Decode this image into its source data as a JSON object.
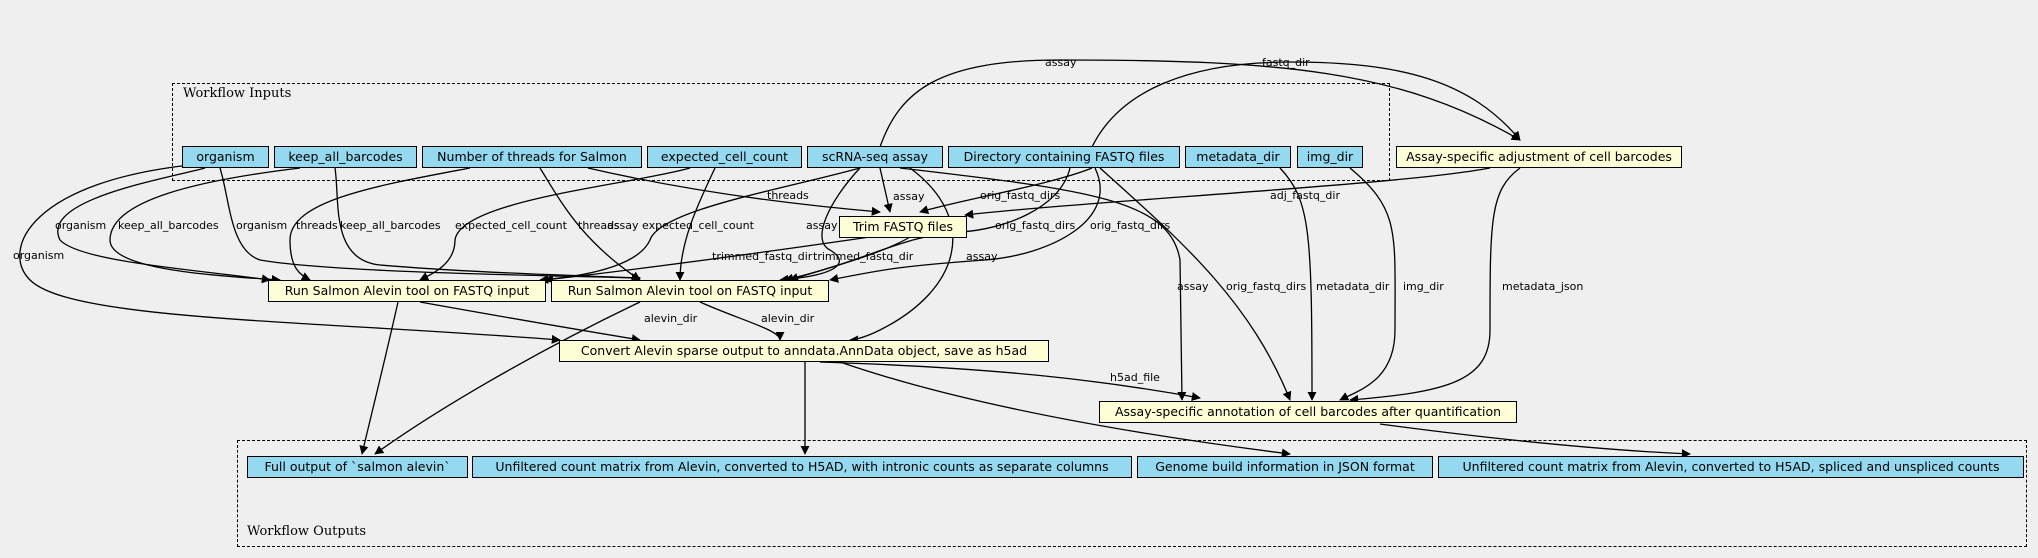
{
  "clusters": {
    "inputs_label": "Workflow Inputs",
    "outputs_label": "Workflow Outputs"
  },
  "inputs": {
    "organism": "organism",
    "keep_all_barcodes": "keep_all_barcodes",
    "threads": "Number of threads for Salmon",
    "expected_cell_count": "expected_cell_count",
    "assay": "scRNA-seq assay",
    "fastq_dir": "Directory containing FASTQ files",
    "metadata_dir": "metadata_dir",
    "img_dir": "img_dir"
  },
  "steps": {
    "adjust": "Assay-specific adjustment of cell barcodes",
    "trim": "Trim FASTQ files",
    "salmon1": "Run Salmon Alevin tool on FASTQ input",
    "salmon2": "Run Salmon Alevin tool on FASTQ input",
    "convert": "Convert Alevin sparse output to anndata.AnnData object, save as h5ad",
    "annotate": "Assay-specific annotation of cell barcodes after quantification"
  },
  "outputs": {
    "full": "Full output of `salmon alevin`",
    "intronic": "Unfiltered count matrix from Alevin, converted to H5AD, with intronic counts as separate columns",
    "genome": "Genome build information in JSON format",
    "spliced": "Unfiltered count matrix from Alevin, converted to H5AD, spliced and unspliced counts"
  },
  "edge_labels": {
    "assay": "assay",
    "fastq_dir": "fastq_dir",
    "threads": "threads",
    "orig_fastq_dirs": "orig_fastq_dirs",
    "adj_fastq_dir": "adj_fastq_dir",
    "organism": "organism",
    "keep_all_barcodes": "keep_all_barcodes",
    "expected_cell_count": "expected_cell_count",
    "trimmed_fastq_dir": "trimmed_fastq_dir",
    "metadata_dir": "metadata_dir",
    "img_dir": "img_dir",
    "metadata_json": "metadata_json",
    "alevin_dir": "alevin_dir",
    "h5ad_file": "h5ad_file"
  }
}
